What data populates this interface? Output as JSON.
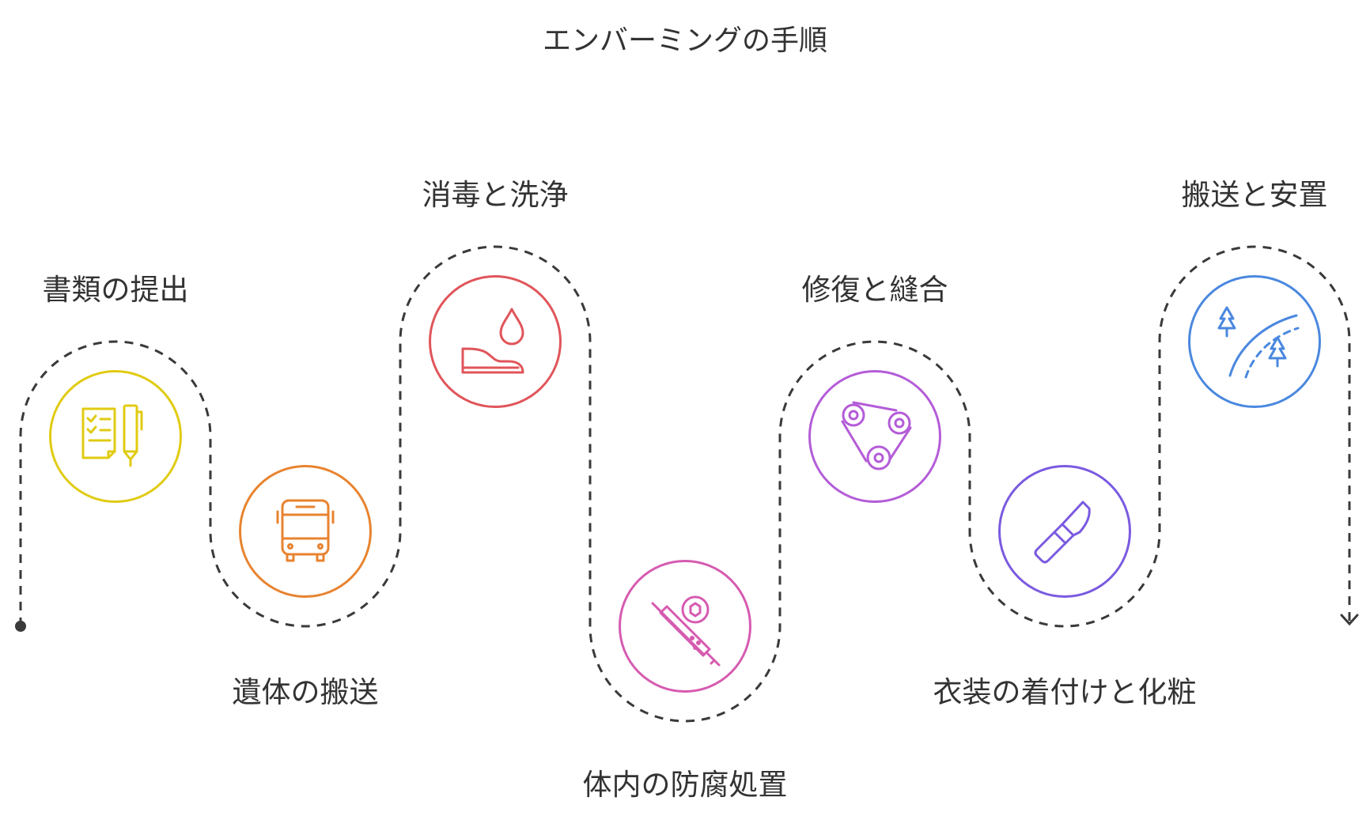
{
  "title": "エンバーミングの手順",
  "steps": [
    {
      "label": "書類の提出",
      "icon": "checklist-document-pen-icon",
      "color": "#E0CB12"
    },
    {
      "label": "遺体の搬送",
      "icon": "bus-icon",
      "color": "#E8832F"
    },
    {
      "label": "消毒と洗浄",
      "icon": "hand-water-drop-icon",
      "color": "#E0555A"
    },
    {
      "label": "体内の防腐処置",
      "icon": "syringe-icon",
      "color": "#D65BB0"
    },
    {
      "label": "修復と縫合",
      "icon": "belt-pulley-gear-icon",
      "color": "#B45CD8"
    },
    {
      "label": "衣装の着付けと化粧",
      "icon": "lipstick-icon",
      "color": "#7A5AE0"
    },
    {
      "label": "搬送と安置",
      "icon": "road-trees-icon",
      "color": "#4A88DF"
    }
  ]
}
